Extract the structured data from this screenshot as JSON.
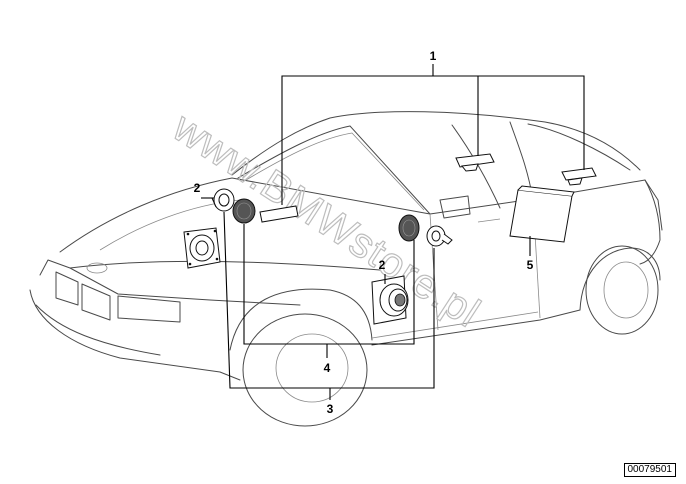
{
  "diagram": {
    "callouts": [
      {
        "id": "1",
        "label": "1"
      },
      {
        "id": "2a",
        "label": "2"
      },
      {
        "id": "2b",
        "label": "2"
      },
      {
        "id": "3",
        "label": "3"
      },
      {
        "id": "4",
        "label": "4"
      },
      {
        "id": "5",
        "label": "5"
      }
    ],
    "reference_number": "00079501",
    "watermark": "www.BMWstore.pl"
  },
  "colors": {
    "line": "#4a4a4a",
    "watermark": "#bdbdbd",
    "leader": "#000000"
  }
}
